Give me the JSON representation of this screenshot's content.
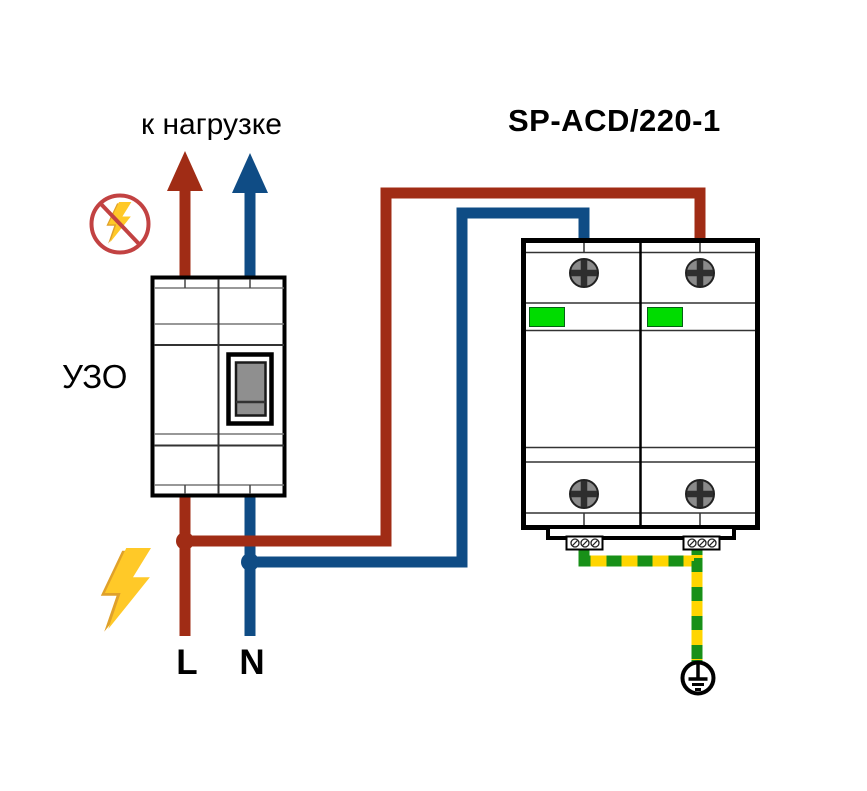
{
  "figure": {
    "title": "SP-ACD/220-1",
    "load_label": "к нагрузке",
    "rcd_label": "УЗО",
    "phase_label": "L",
    "neutral_label": "N"
  },
  "icons": {
    "no_surge": "crossed-out-lightning-in-circle",
    "surge": "lightning-bolt",
    "earth": "earth-ground-symbol-in-circle",
    "spd_screws": "phillips-screw",
    "terminal_screws": "slotted-screw"
  },
  "colors": {
    "phase_wire": "#A02C15",
    "neutral_wire": "#0F4C85",
    "ground_green": "#189018",
    "ground_yellow": "#FFD500",
    "indicator_green": "#00DC00",
    "screw_gray": "#8A8A8A",
    "switch_gray": "#8F8F8F",
    "bolt_yellow": "#FFC928",
    "bolt_edge": "#E0A12A",
    "prohibition_red": "#C24242"
  }
}
